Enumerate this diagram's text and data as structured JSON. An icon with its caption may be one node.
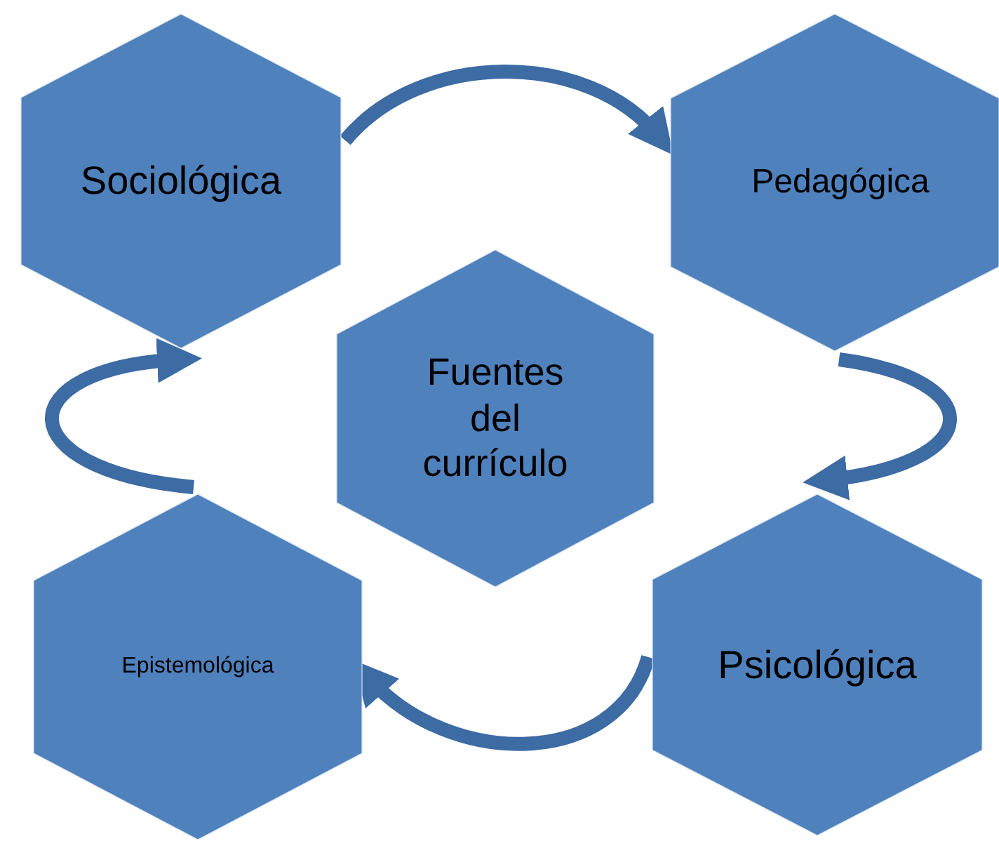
{
  "diagram": {
    "nodes": [
      {
        "text": [
          "Sociológica"
        ]
      },
      {
        "text": [
          "Pedagógica"
        ]
      },
      {
        "text": [
          "Fuentes del currículo"
        ]
      },
      {
        "text": [
          "Epistemológica"
        ]
      },
      {
        "text": [
          "Psicológica"
        ]
      }
    ],
    "edges": [
      {
        "from": 0,
        "to": 1,
        "arrow": "to"
      },
      {
        "from": 1,
        "to": 4,
        "arrow": "to"
      },
      {
        "from": 4,
        "to": 3,
        "arrow": "to"
      },
      {
        "from": 3,
        "to": 0,
        "arrow": "to"
      }
    ]
  }
}
